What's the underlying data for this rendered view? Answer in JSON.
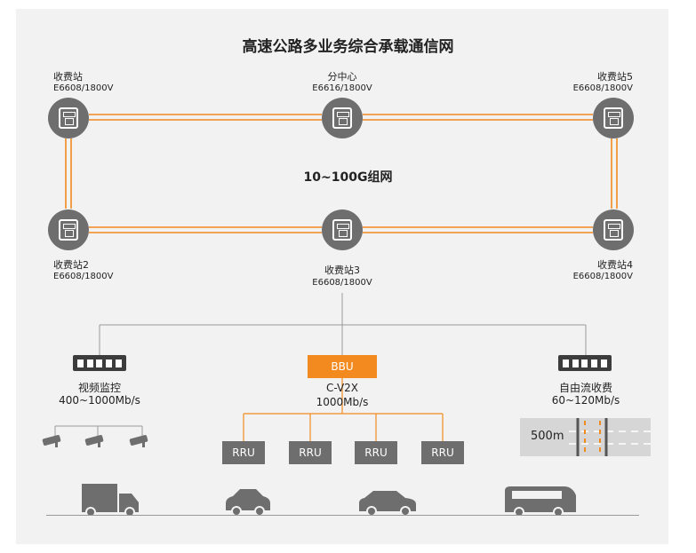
{
  "title": "高速公路多业务综合承载通信网",
  "ring_label": "10~100G组网",
  "nodes": [
    {
      "name": "收费站",
      "model": "E6608/1800V"
    },
    {
      "name": "分中心",
      "model": "E6616/1800V"
    },
    {
      "name": "收费站5",
      "model": "E6608/1800V"
    },
    {
      "name": "收费站2",
      "model": "E6608/1800V"
    },
    {
      "name": "收费站3",
      "model": "E6608/1800V"
    },
    {
      "name": "收费站4",
      "model": "E6608/1800V"
    }
  ],
  "services": [
    {
      "name": "视频监控",
      "rate": "400~1000Mb/s"
    },
    {
      "name": "C-V2X",
      "rate": "1000Mb/s"
    },
    {
      "name": "自由流收费",
      "rate": "60~120Mb/s"
    }
  ],
  "bbu_label": "BBU",
  "rru_labels": [
    "RRU",
    "RRU",
    "RRU",
    "RRU"
  ],
  "road_mark": "500m",
  "icons": {
    "node": "router-icon",
    "device": "switch-icon",
    "camera": "camera-icon",
    "vehicles": [
      "truck-icon",
      "car-icon",
      "sedan-icon",
      "bus-icon"
    ]
  },
  "colors": {
    "link": "#f28a1f",
    "node": "#6e6e6e",
    "bbu": "#f28a1f",
    "rru": "#6e6e6e"
  }
}
